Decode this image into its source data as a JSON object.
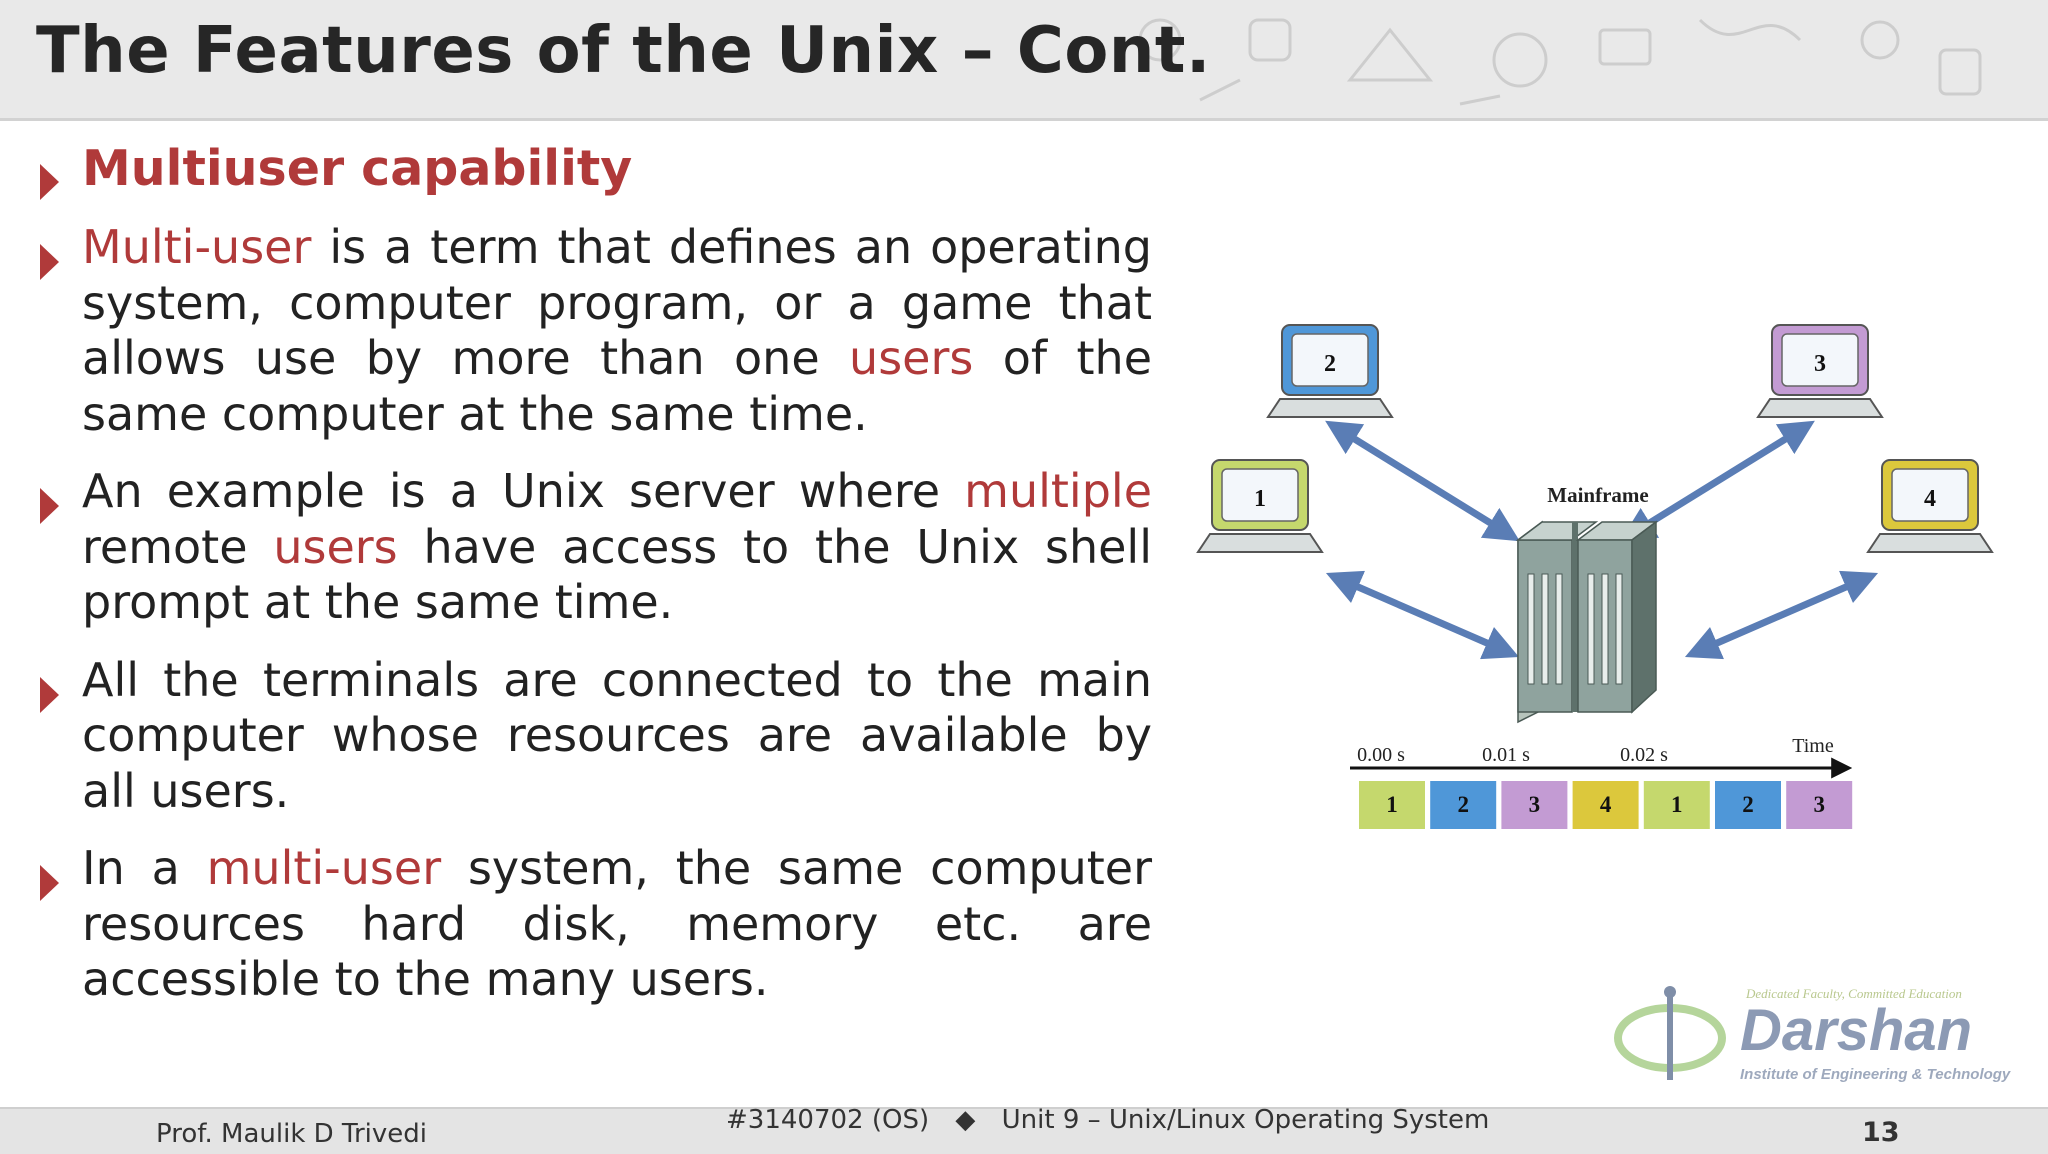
{
  "slide": {
    "title": "The Features of the Unix – Cont."
  },
  "bullets": {
    "heading": "Multiuser capability",
    "b1": {
      "hl1": "Multi-user",
      "t1": " is a term that defines an operating system, computer program, or a game that allows use by more than one ",
      "hl2": "users",
      "t2": " of the same computer at the same time."
    },
    "b2": {
      "t1": "An example is a Unix server where ",
      "hl1": "multiple",
      "t2": " remote ",
      "hl2": "users",
      "t3": " have access to the Unix shell prompt at the same time."
    },
    "b3": {
      "t1": "All the terminals are connected to the main computer whose resources are available by all users."
    },
    "b4": {
      "t1": "In a ",
      "hl1": "multi-user",
      "t2": " system, the same computer resources hard disk, memory etc. are accessible to the many users."
    }
  },
  "diagram": {
    "mainframe_label": "Mainframe",
    "terminals": [
      "1",
      "2",
      "3",
      "4"
    ],
    "terminal_colors": [
      "#c5d86d",
      "#4f97d8",
      "#c39bd3",
      "#dcc83c"
    ],
    "time_label": "Time",
    "time_ticks": [
      "0.00 s",
      "0.01 s",
      "0.02 s"
    ],
    "timeline_slots": [
      "1",
      "2",
      "3",
      "4",
      "1",
      "2",
      "3"
    ]
  },
  "logo": {
    "tagline": "Dedicated Faculty, Committed Education",
    "name": "Darshan",
    "subtitle": "Institute of Engineering & Technology"
  },
  "footer": {
    "author": "Prof. Maulik D Trivedi",
    "course": "#3140702 (OS)",
    "separator": "◆",
    "unit": "Unit 9 – Unix/Linux Operating System",
    "page": "13"
  }
}
